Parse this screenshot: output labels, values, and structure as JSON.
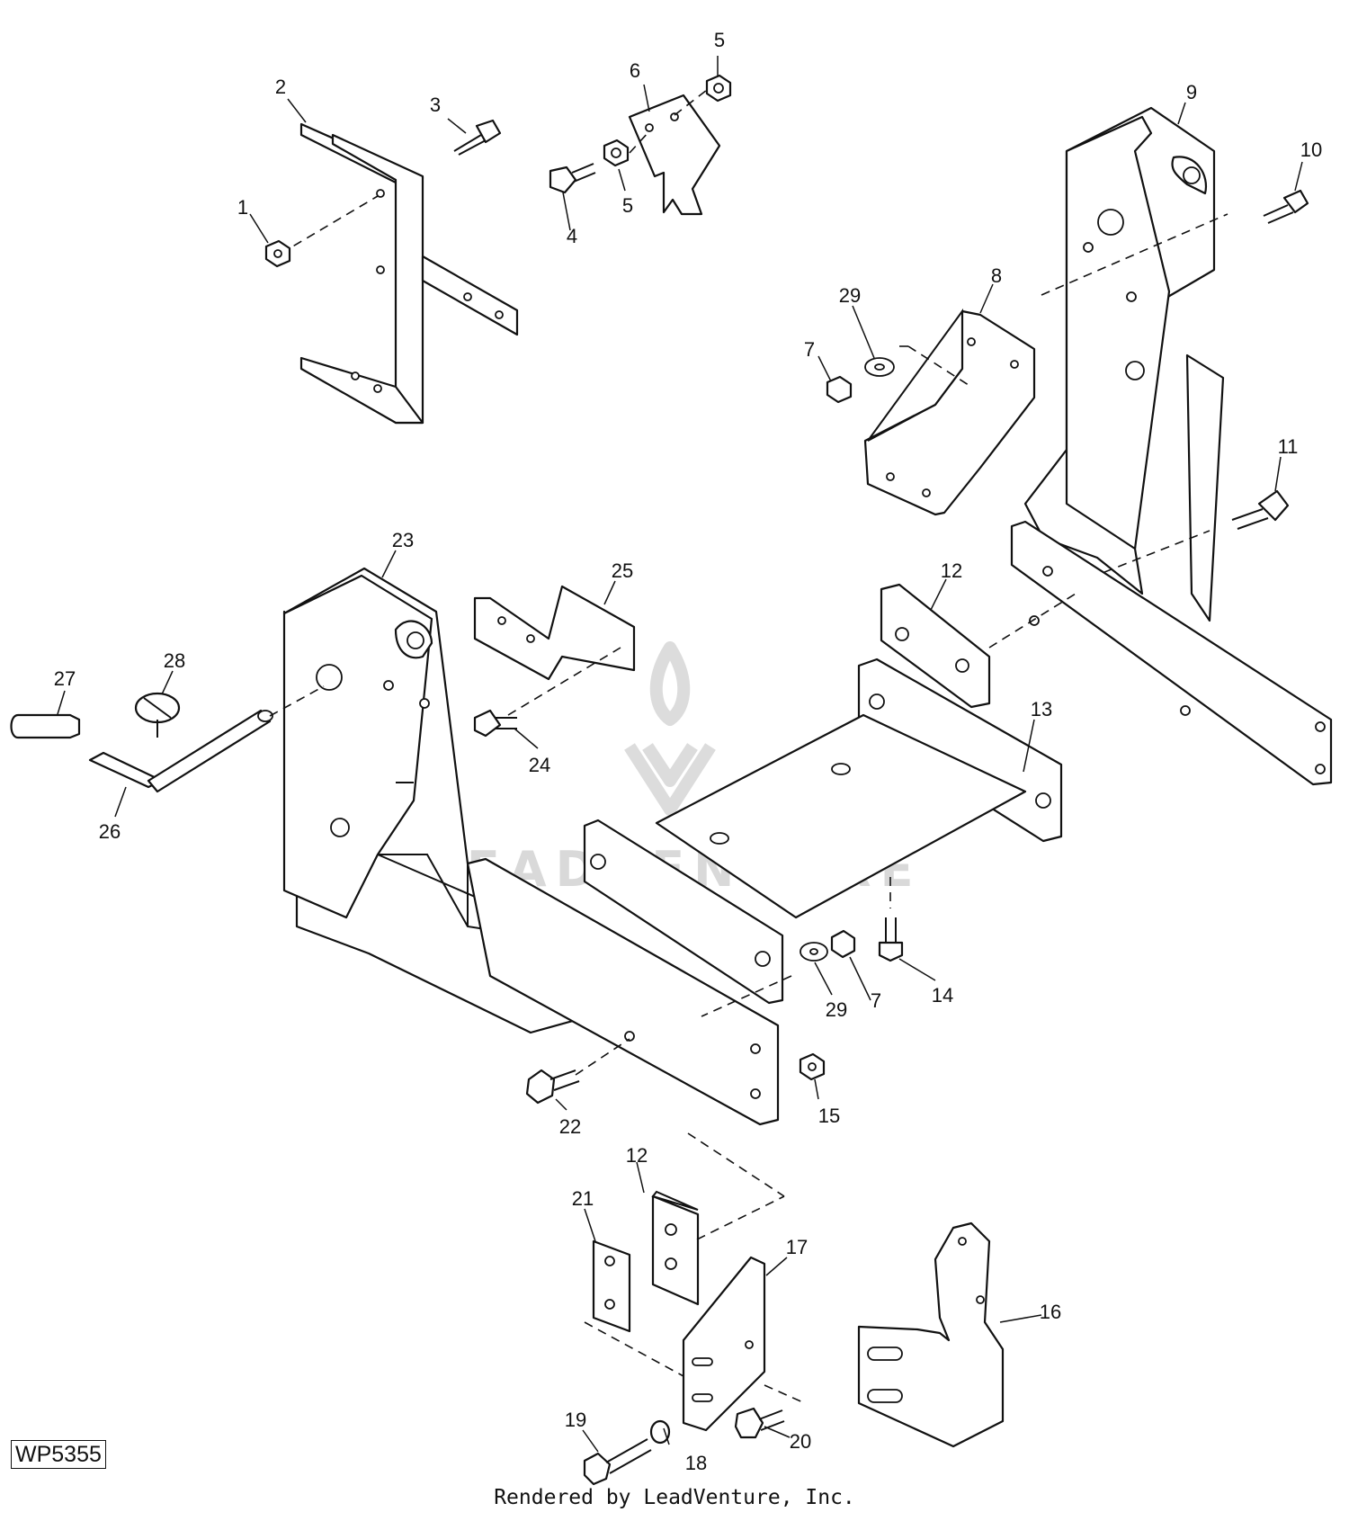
{
  "figure_id": "WP5355",
  "footer_text": "Rendered by LeadVenture, Inc.",
  "watermark_text": "LEADVENTURE",
  "callouts": [
    "1",
    "2",
    "3",
    "4",
    "5",
    "5",
    "6",
    "7",
    "7",
    "8",
    "9",
    "10",
    "11",
    "12",
    "12",
    "13",
    "14",
    "15",
    "16",
    "17",
    "18",
    "19",
    "20",
    "21",
    "22",
    "23",
    "24",
    "25",
    "26",
    "27",
    "28",
    "29",
    "29"
  ]
}
